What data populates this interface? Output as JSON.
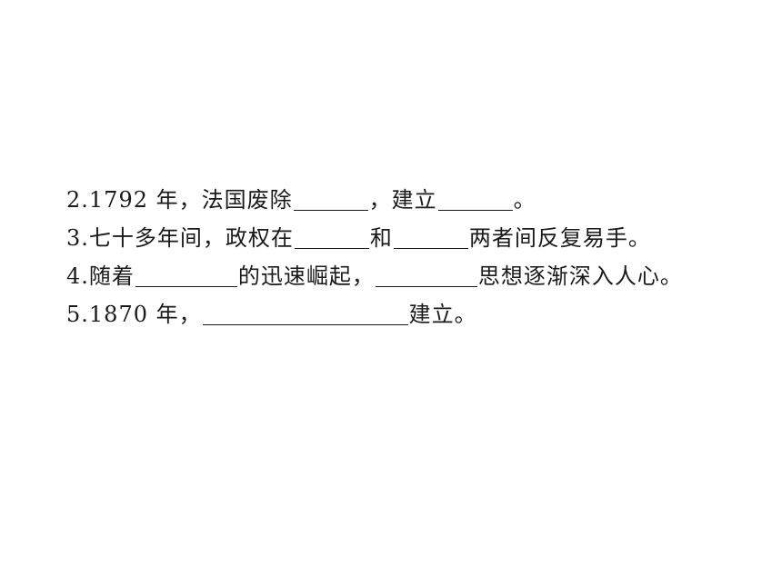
{
  "questions": [
    {
      "segments": [
        "2.1792 年，法国废除",
        "，建立",
        "。"
      ]
    },
    {
      "segments": [
        "3.七十多年间，政权在",
        "和",
        "两者间反复易手。"
      ]
    },
    {
      "segments": [
        "4.随着",
        "的迅速崛起，",
        "思想逐渐深入人心。"
      ]
    },
    {
      "segments": [
        "5.1870 年，",
        "建立。"
      ]
    }
  ]
}
